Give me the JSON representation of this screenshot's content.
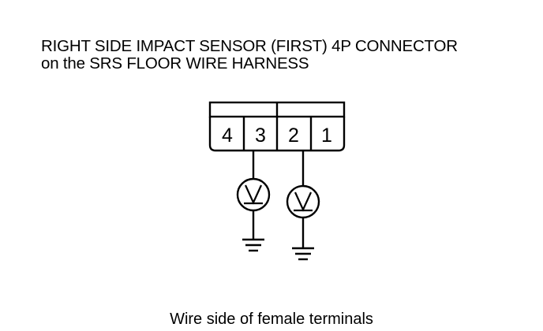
{
  "title": {
    "line1": "RIGHT SIDE IMPACT SENSOR (FIRST) 4P CONNECTOR",
    "line2": "on the SRS FLOOR WIRE HARNESS"
  },
  "connector": {
    "pins": [
      "4",
      "3",
      "2",
      "1"
    ]
  },
  "meters": [
    {
      "symbol": "V",
      "pin": "3"
    },
    {
      "symbol": "V",
      "pin": "2"
    }
  ],
  "caption": "Wire side of female terminals"
}
